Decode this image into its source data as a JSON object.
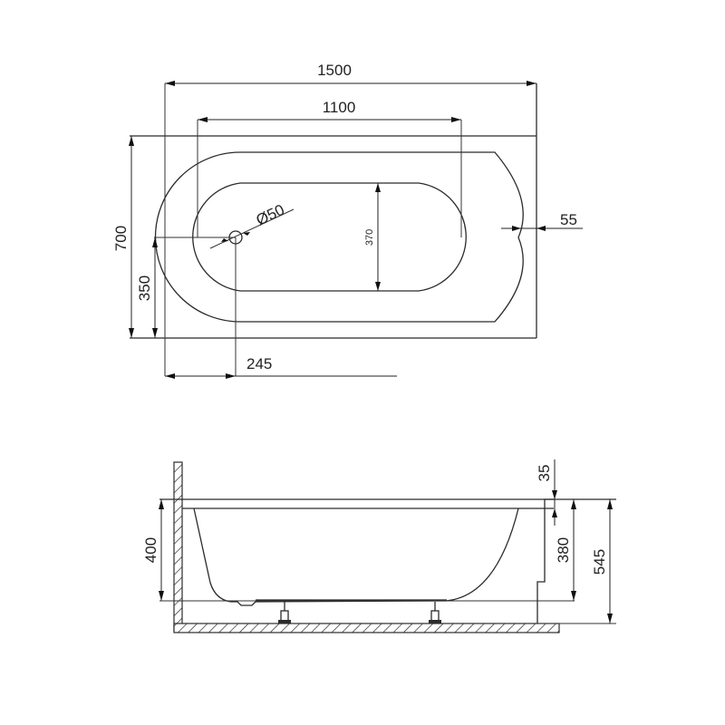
{
  "drawing": {
    "title": "Bathtub technical drawing",
    "line_color": "#2b2b2b",
    "background": "#ffffff"
  },
  "top_view": {
    "dimensions": {
      "overall_length": "1500",
      "inner_length": "1100",
      "overall_width": "700",
      "drain_offset_y": "350",
      "drain_offset_x": "245",
      "drain_diameter": "Ø50",
      "inner_width": "370",
      "rim_offset": "55"
    }
  },
  "side_view": {
    "dimensions": {
      "rim_thickness": "35",
      "depth_left": "400",
      "depth_right": "380",
      "total_height": "545"
    }
  }
}
